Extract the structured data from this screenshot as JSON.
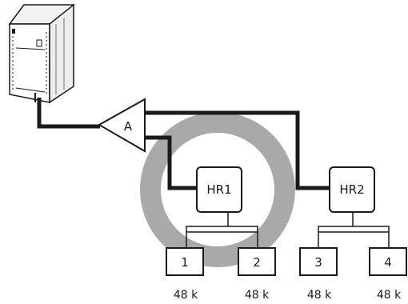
{
  "highlight_ring": {
    "color": "#a9a9a9"
  },
  "outdoor_unit": {
    "icon": "outdoor-unit-icon"
  },
  "branch": {
    "label": "A"
  },
  "hr_units": [
    {
      "label": "HR1"
    },
    {
      "label": "HR2"
    }
  ],
  "indoor_units": [
    {
      "label": "1",
      "capacity": "48 k"
    },
    {
      "label": "2",
      "capacity": "48 k"
    },
    {
      "label": "3",
      "capacity": "48 k"
    },
    {
      "label": "4",
      "capacity": "48 k"
    }
  ]
}
